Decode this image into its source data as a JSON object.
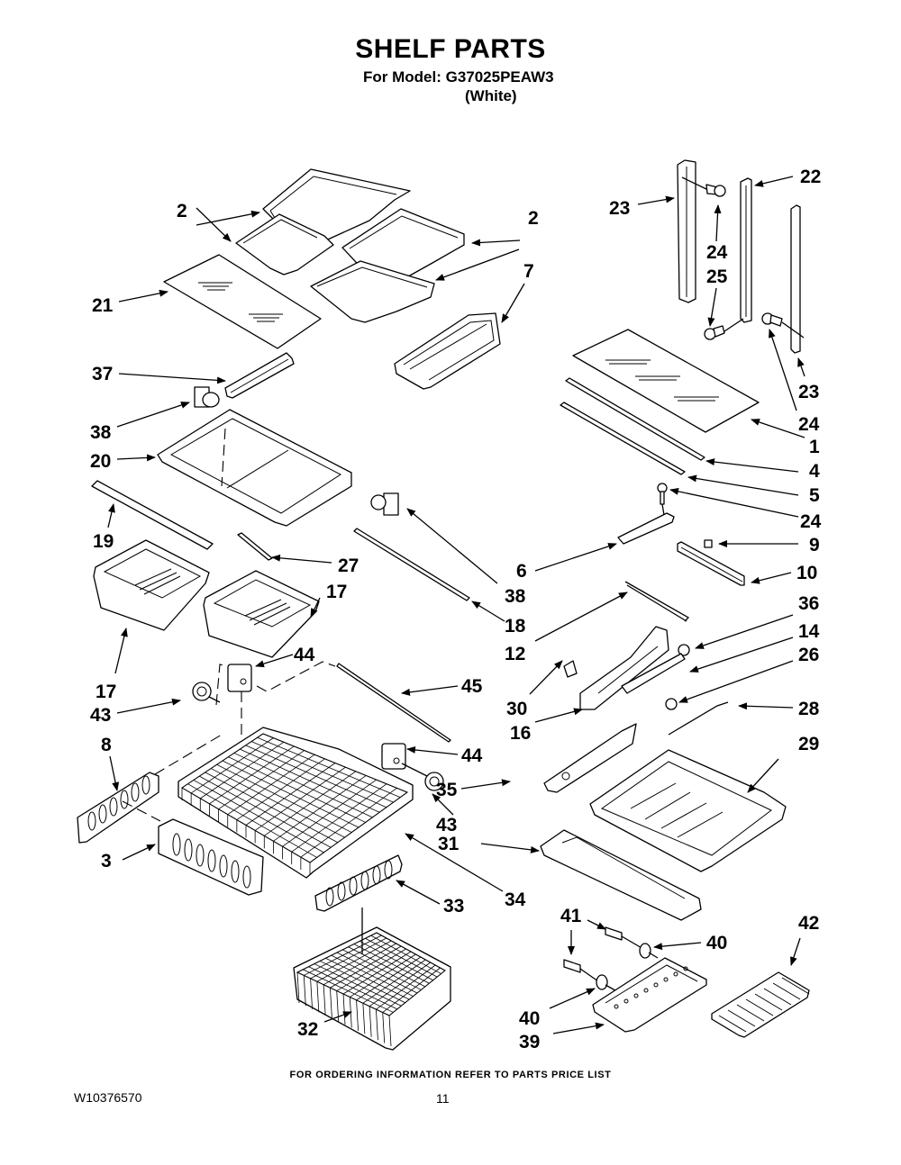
{
  "header": {
    "title": "SHELF PARTS",
    "model_line": "For Model: G37025PEAW3",
    "variant": "(White)"
  },
  "footer": {
    "ordering_note": "FOR ORDERING INFORMATION REFER TO PARTS PRICE LIST",
    "document_number": "W10376570",
    "page_number": "11"
  },
  "callouts": {
    "c2a": "2",
    "c2b": "2",
    "c21": "21",
    "c7": "7",
    "c37": "37",
    "c38a": "38",
    "c20": "20",
    "c19": "19",
    "c27": "27",
    "c17a": "17",
    "c17b": "17",
    "c38b": "38",
    "c18": "18",
    "c6": "6",
    "c23a": "23",
    "c22": "22",
    "c24a": "24",
    "c25": "25",
    "c23b": "23",
    "c24b": "24",
    "c1": "1",
    "c4": "4",
    "c5": "5",
    "c24c": "24",
    "c9": "9",
    "c10": "10",
    "c36": "36",
    "c12": "12",
    "c14": "14",
    "c26": "26",
    "c28": "28",
    "c30": "30",
    "c16": "16",
    "c44a": "44",
    "c43a": "43",
    "c45": "45",
    "c8": "8",
    "c44b": "44",
    "c35": "35",
    "c43b": "43",
    "c29": "29",
    "c3": "3",
    "c31": "31",
    "c34": "34",
    "c33": "33",
    "c41": "41",
    "c40a": "40",
    "c42": "42",
    "c40b": "40",
    "c32": "32",
    "c39": "39"
  }
}
